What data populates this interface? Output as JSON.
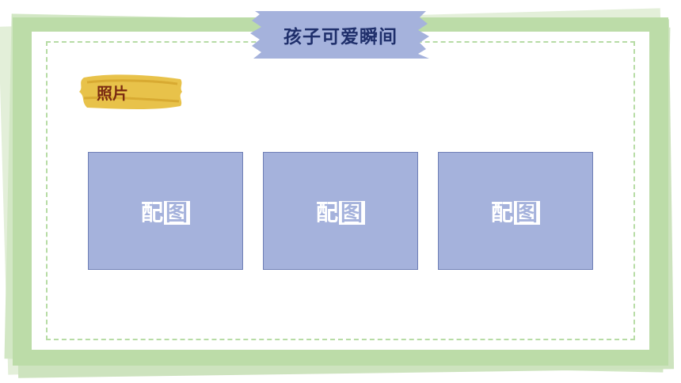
{
  "slide": {
    "title": "孩子可爱瞬间",
    "section_label": "照片"
  },
  "photos": [
    {
      "label_a": "配",
      "label_b": "图"
    },
    {
      "label_a": "配",
      "label_b": "图"
    },
    {
      "label_a": "配",
      "label_b": "图"
    }
  ],
  "colors": {
    "frame_green": "#bcdca8",
    "dashed_green": "#b7dca5",
    "banner_blue": "#a5b2dc",
    "title_navy": "#1f2f6b",
    "tag_gold": "#e8c24a",
    "tag_text": "#7a2a12"
  }
}
